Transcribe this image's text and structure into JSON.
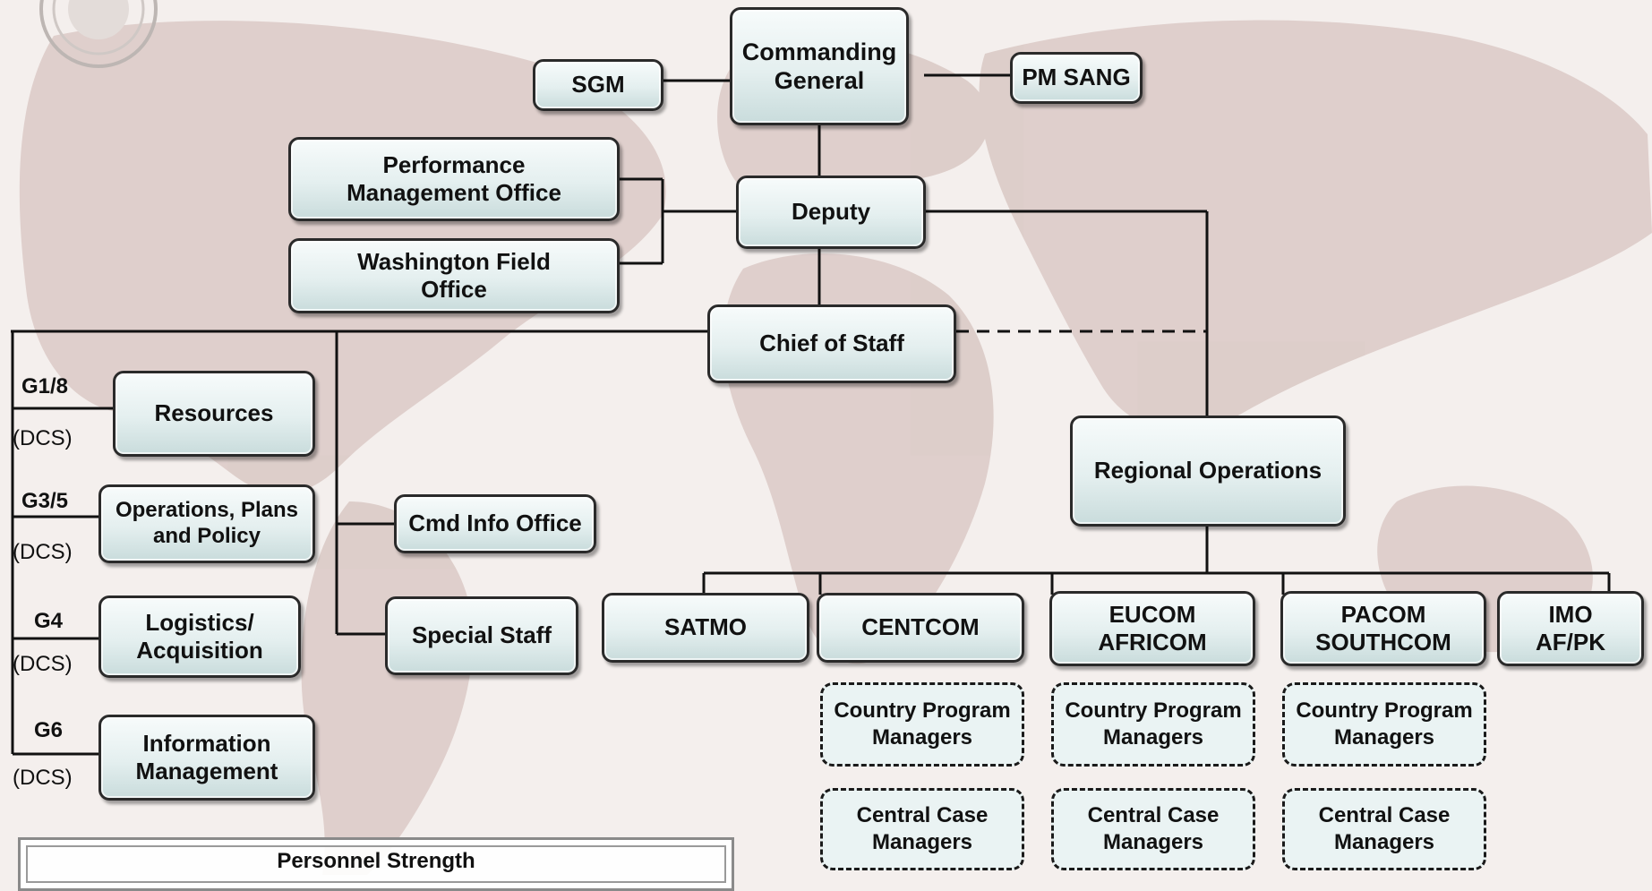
{
  "org_chart": {
    "commanding_general": "Commanding\nGeneral",
    "sgm": "SGM",
    "pm_sang": "PM SANG",
    "performance_management_office": "Performance\nManagement Office",
    "washington_field_office": "Washington Field\nOffice",
    "deputy": "Deputy",
    "chief_of_staff": "Chief of Staff",
    "regional_operations": "Regional Operations",
    "cmd_info_office": "Cmd Info Office",
    "special_staff": "Special Staff",
    "staff_sections": [
      {
        "code": "G1/8",
        "dcs": "(DCS)",
        "name": "Resources"
      },
      {
        "code": "G3/5",
        "dcs": "(DCS)",
        "name": "Operations, Plans\nand Policy"
      },
      {
        "code": "G4",
        "dcs": "(DCS)",
        "name": "Logistics/\nAcquisition"
      },
      {
        "code": "G6",
        "dcs": "(DCS)",
        "name": "Information\nManagement"
      }
    ],
    "regions": [
      {
        "name": "SATMO"
      },
      {
        "name": "CENTCOM",
        "country_program_managers": "Country Program\nManagers",
        "central_case_managers": "Central Case\nManagers"
      },
      {
        "name": "EUCOM\nAFRICOM",
        "country_program_managers": "Country Program\nManagers",
        "central_case_managers": "Central Case\nManagers"
      },
      {
        "name": "PACOM\nSOUTHCOM",
        "country_program_managers": "Country Program\nManagers",
        "central_case_managers": "Central Case\nManagers"
      },
      {
        "name": "IMO\nAF/PK"
      }
    ]
  },
  "personnel_strength": {
    "title": "Personnel Strength"
  },
  "colors": {
    "box_fill": "#e4efef",
    "box_border": "#2a2a2a",
    "map_land": "#d9c9c6",
    "background": "#f4efed"
  }
}
